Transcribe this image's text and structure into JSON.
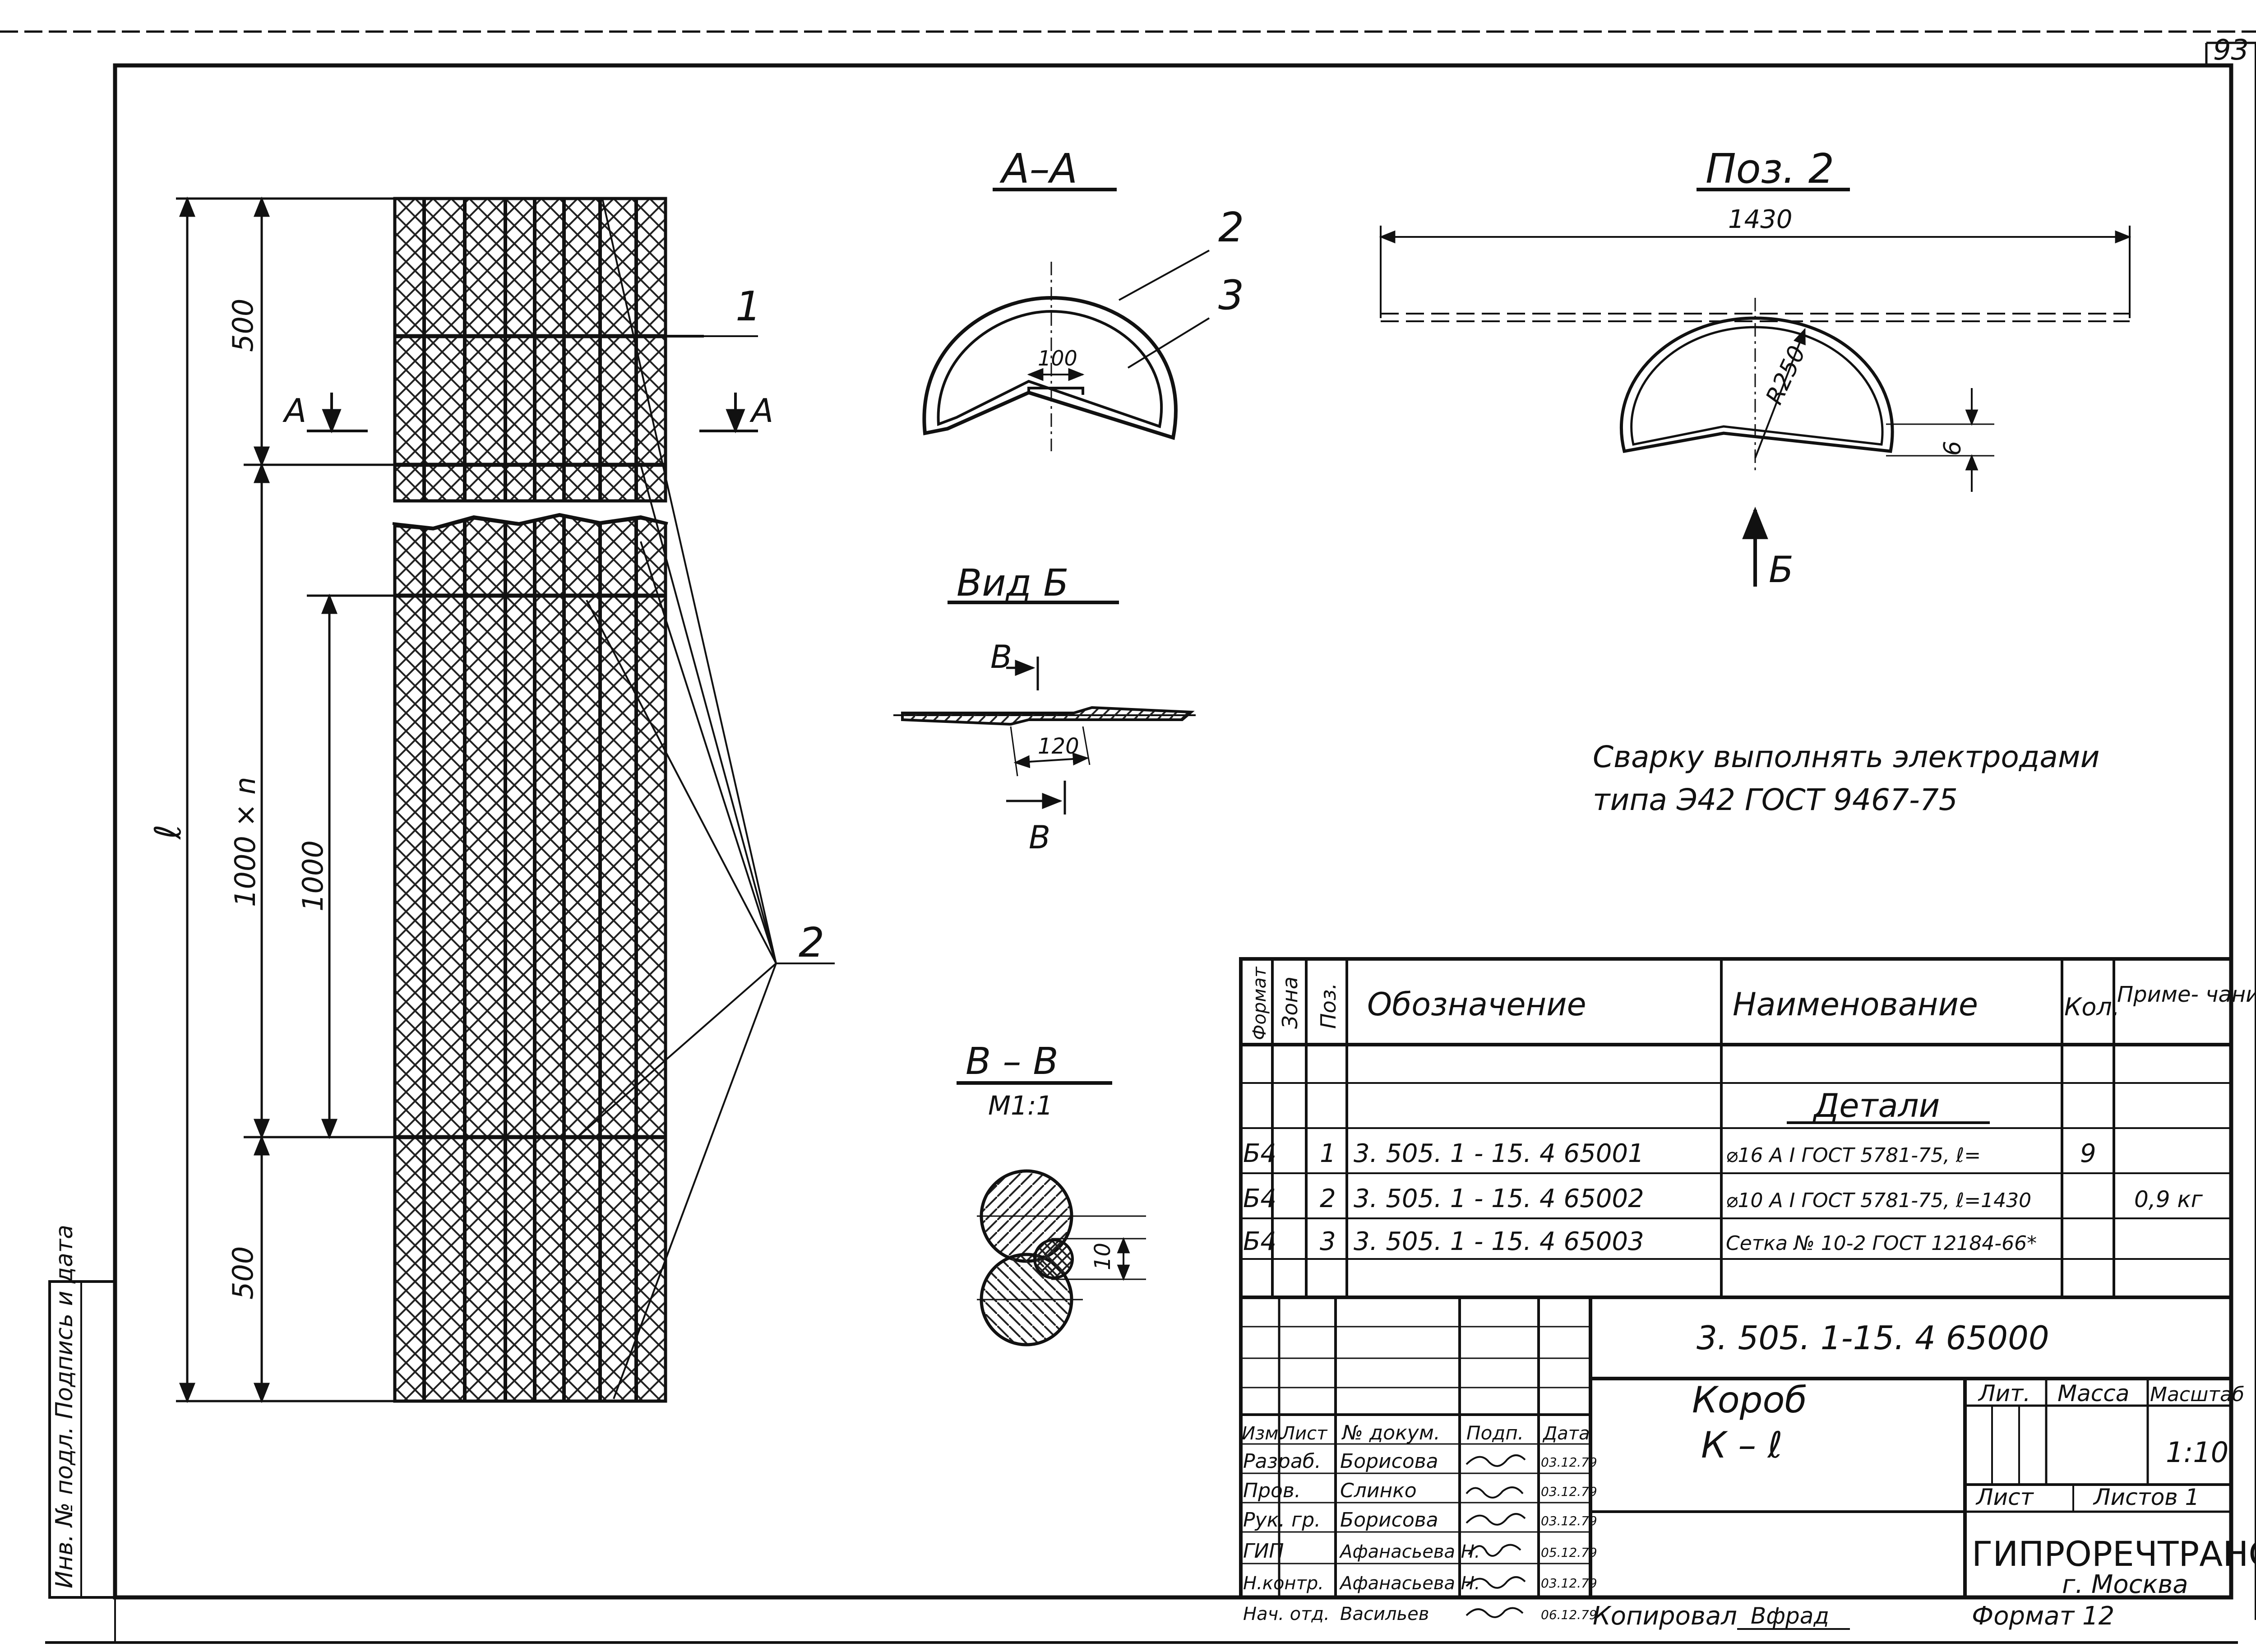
{
  "sheet": {
    "page_number": "93",
    "side_stamp": "Инв. № подл.  Подпись и дата"
  },
  "drawing": {
    "dims": {
      "top_500": "500",
      "bottom_500": "500",
      "mid_1000": "1000",
      "span_1000n": "1000 × n",
      "length_l": "ℓ",
      "pos2_width": "1430",
      "pos2_radius": "R250",
      "pos2_offset": "6",
      "aa_width": "100",
      "vidb_width": "120",
      "vv_gap": "10"
    },
    "section_marks": {
      "a_left": "А",
      "a_right": "А",
      "b_arrow": "Б",
      "v_top": "В",
      "v_bottom": "В"
    },
    "leaders": {
      "pos1": "1",
      "pos2": "2",
      "aa_pos2": "2",
      "aa_pos3": "3"
    },
    "titles": {
      "section_aa": "А–А",
      "pos2": "Поз. 2",
      "view_b": "Вид Б",
      "section_vv": "В – В",
      "section_vv_scale": "М1:1"
    },
    "note_line1": "Сварку выполнять электродами",
    "note_line2": "типа Э42 ГОСТ 9467-75"
  },
  "spec_table": {
    "headers": {
      "format": "Формат",
      "zone": "Зона",
      "pos": "Поз.",
      "designation": "Обозначение",
      "name": "Наименование",
      "qty": "Кол.",
      "note": "Приме- чание"
    },
    "section_title": "Детали",
    "rows": [
      {
        "format": "Б4",
        "pos": "1",
        "designation": "3. 505. 1 - 15. 4    65001",
        "name": "⌀16 А I  ГОСТ 5781-75, ℓ=",
        "qty": "9",
        "note": ""
      },
      {
        "format": "Б4",
        "pos": "2",
        "designation": "3. 505. 1 - 15. 4    65002",
        "name": "⌀10 А I  ГОСТ 5781-75, ℓ=1430",
        "qty": "",
        "note": "0,9 кг"
      },
      {
        "format": "Б4",
        "pos": "3",
        "designation": "3. 505. 1 - 15. 4    65003",
        "name": "Сетка № 10-2 ГОСТ 12184-66*",
        "qty": "",
        "note": ""
      }
    ]
  },
  "title_block": {
    "doc_code": "3. 505. 1-15. 4  65000",
    "product_name": "Короб",
    "product_mark": "К – ℓ",
    "col_headers": {
      "izm": "Изм.",
      "list": "Лист",
      "doc_no": "№ докум.",
      "sign": "Подп.",
      "date": "Дата"
    },
    "staff": [
      {
        "role": "Разраб.",
        "name": "Борисова",
        "date": "03.12.79"
      },
      {
        "role": "Пров.",
        "name": "Слинко",
        "date": "03.12.79"
      },
      {
        "role": "Рук. гр.",
        "name": "Борисова",
        "date": "03.12.79"
      },
      {
        "role": "ГИП",
        "name": "Афанасьева Н.",
        "date": "05.12.79"
      },
      {
        "role": "Н.контр.",
        "name": "Афанасьева Н.",
        "date": "03.12.79"
      },
      {
        "role": "Нач. отд.",
        "name": "Васильев",
        "date": "06.12.79"
      }
    ],
    "lit_label": "Лит.",
    "mass_label": "Масса",
    "scale_label": "Масштаб",
    "scale_value": "1:10",
    "sheet_label": "Лист",
    "sheets_label": "Листов 1",
    "org_name": "ГИПРОРЕЧТРАНС",
    "org_city": "г. Москва",
    "copied_by": "Копировал",
    "copied_sign": "Вфрад",
    "format_label": "Формат 12"
  }
}
